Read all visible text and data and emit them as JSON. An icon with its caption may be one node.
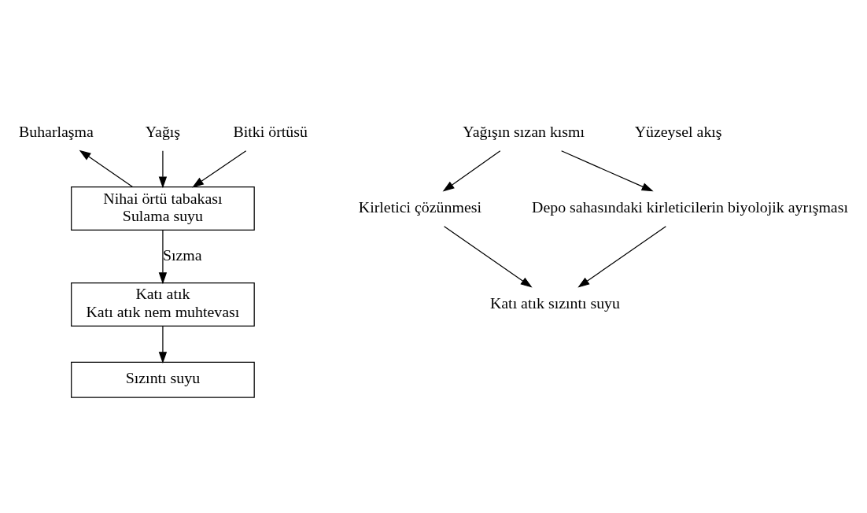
{
  "diagram": {
    "nodes": [
      {
        "text": [
          "Buharlaşma"
        ]
      },
      {
        "text": [
          "Yağış"
        ]
      },
      {
        "text": [
          "Bitki örtüsü"
        ]
      },
      {
        "text": [
          "Nihai örtü tabakası",
          "Sulama suyu"
        ]
      },
      {
        "text": [
          "Katı atık",
          "Katı atık nem muhtevası"
        ]
      },
      {
        "text": [
          "Sızıntı suyu"
        ]
      },
      {
        "text": [
          "Yağışın sızan kısmı"
        ]
      },
      {
        "text": [
          "Kirletici çözünmesi"
        ]
      },
      {
        "text": [
          "Depo sahasındaki kirleticilerin biyolojik ayrışması"
        ]
      },
      {
        "text": [
          "Katı atık sızıntı suyu"
        ]
      }
    ],
    "edges": [
      {
        "from": 3,
        "to": 0,
        "arrow": "to"
      },
      {
        "from": 1,
        "to": 3,
        "arrow": "to"
      },
      {
        "from": 2,
        "to": 3,
        "arrow": "to"
      },
      {
        "from": 3,
        "to": 4,
        "arrow": "to",
        "label": "Sızma"
      },
      {
        "from": 4,
        "to": 5,
        "arrow": "to"
      },
      {
        "from": 6,
        "to": 7,
        "arrow": "to"
      },
      {
        "from": 6,
        "to": 8,
        "arrow": "to"
      },
      {
        "from": 7,
        "to": 9,
        "arrow": "to"
      },
      {
        "from": 8,
        "to": 9,
        "arrow": "to"
      }
    ],
    "labels": [
      "Yüzeysel akış"
    ]
  }
}
